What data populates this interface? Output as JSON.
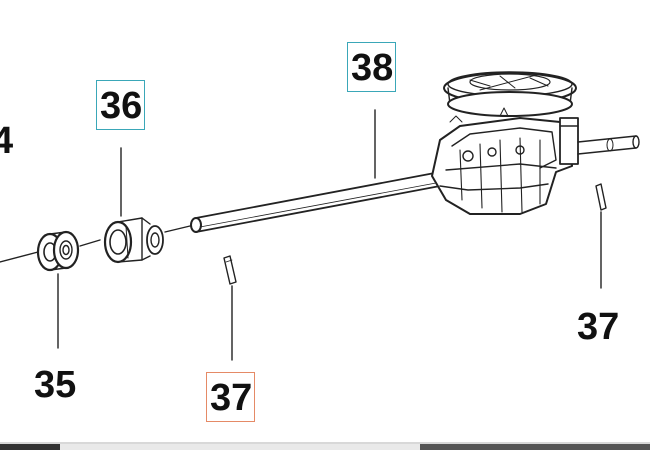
{
  "callouts": {
    "label_36": "36",
    "label_38": "38",
    "label_35": "35",
    "label_37_left": "37",
    "label_37_right": "37",
    "label_partial": "4"
  },
  "colors": {
    "box_teal": "#3aa7b8",
    "box_orange": "#e58a66"
  }
}
